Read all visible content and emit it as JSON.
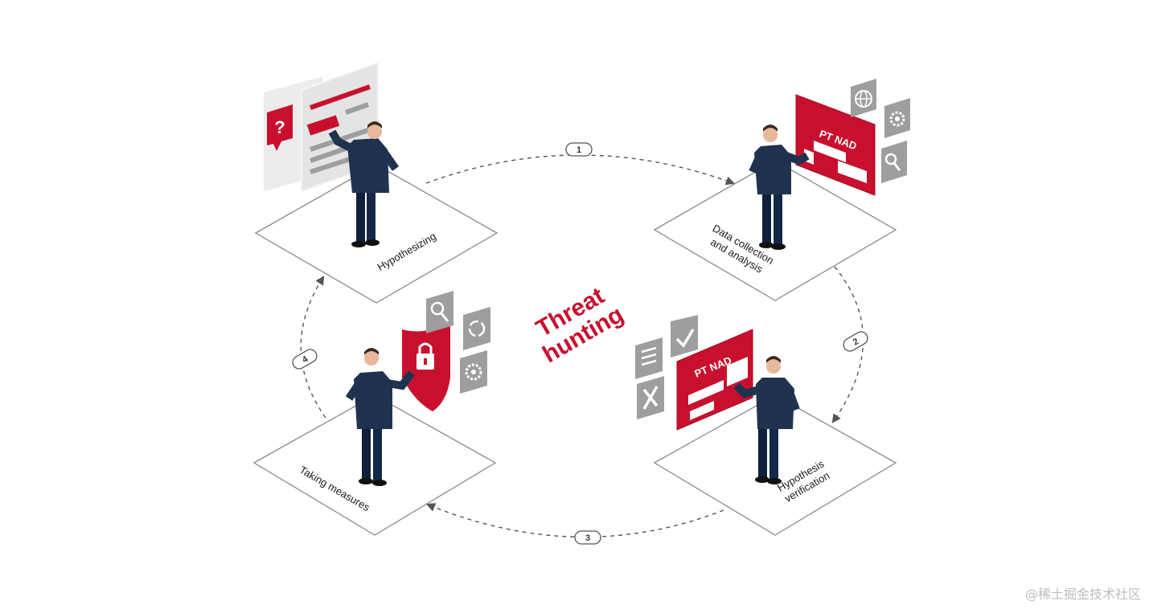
{
  "diagram": {
    "center_title_line1": "Threat",
    "center_title_line2": "hunting",
    "stages": [
      {
        "number": "1",
        "label_lines": [
          "Hypothesizing"
        ]
      },
      {
        "number": "2",
        "label_lines": [
          "Data collection",
          "and analysis"
        ]
      },
      {
        "number": "3",
        "label_lines": [
          "Hypothesis",
          "verification"
        ]
      },
      {
        "number": "4",
        "label_lines": [
          "Taking measures"
        ]
      }
    ],
    "screen_brand": "PT NAD",
    "question_mark": "?"
  },
  "watermark": "@稀土掘金技术社区",
  "colors": {
    "accent": "#c8102e",
    "icon_tile": "#9e9e9e",
    "suit": "#1f3350",
    "platform_stroke": "#8a8a8a"
  }
}
